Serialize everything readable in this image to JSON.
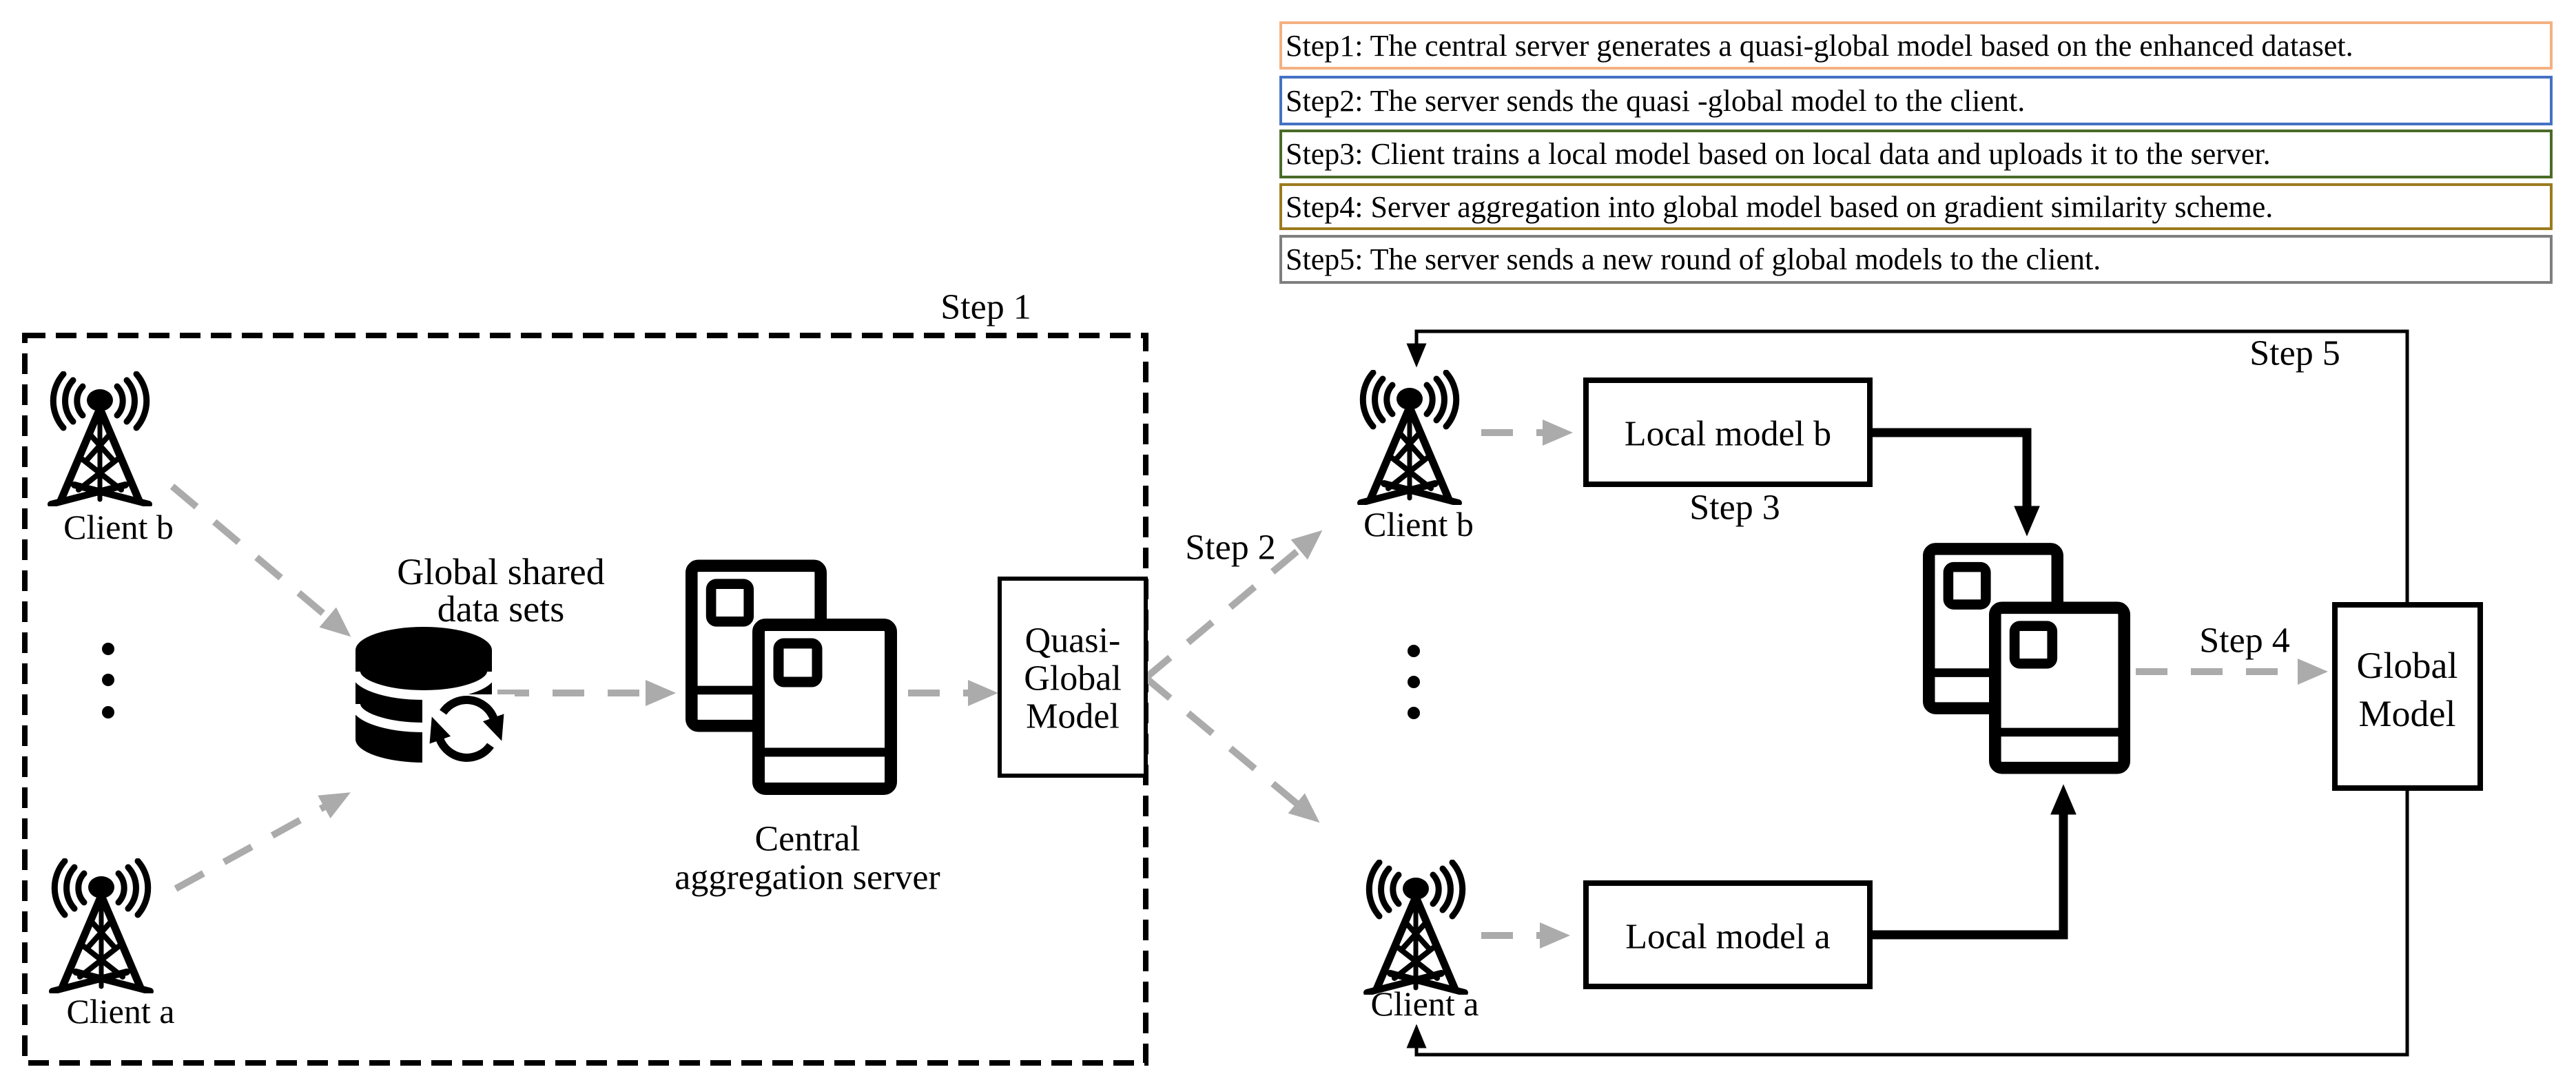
{
  "colors": {
    "ink": "#000000",
    "muted_arrow": "#ababab",
    "legend_step1_border": "#F4B183",
    "legend_step2_border": "#4472C4",
    "legend_step3_border": "#4A6B28",
    "legend_step4_border": "#9C7B1E",
    "legend_step5_border": "#7F7F7F"
  },
  "legend": {
    "items": [
      {
        "text": "Step1: The central server generates a quasi-global model based on the enhanced dataset.",
        "border_color": "#F4B183"
      },
      {
        "text": "Step2: The server sends the quasi -global model to the client.",
        "border_color": "#4472C4"
      },
      {
        "text": "Step3: Client trains a local model based on local data and uploads it to the server.",
        "border_color": "#4A6B28"
      },
      {
        "text": "Step4: Server aggregation into global model based on gradient similarity scheme.",
        "border_color": "#9C7B1E"
      },
      {
        "text": "Step5: The server sends a new round of global models to the client.",
        "border_color": "#7F7F7F"
      }
    ]
  },
  "diagram": {
    "step_markers": {
      "step1": "Step 1",
      "step2": "Step 2",
      "step3": "Step 3",
      "step4": "Step 4",
      "step5": "Step 5"
    },
    "left_group": {
      "client_b": "Client b",
      "client_a": "Client a",
      "dataset_label": {
        "line1": "Global shared",
        "line2": "data sets"
      },
      "server_label": {
        "line1": "Central",
        "line2": "aggregation server"
      },
      "quasi_model": {
        "line1": "Quasi-",
        "line2": "Global",
        "line3": "Model"
      }
    },
    "right_group": {
      "client_b": "Client b",
      "client_a": "Client a",
      "local_model_b": "Local model b",
      "local_model_a": "Local model a",
      "global_model": {
        "line1": "Global",
        "line2": "Model"
      }
    }
  }
}
